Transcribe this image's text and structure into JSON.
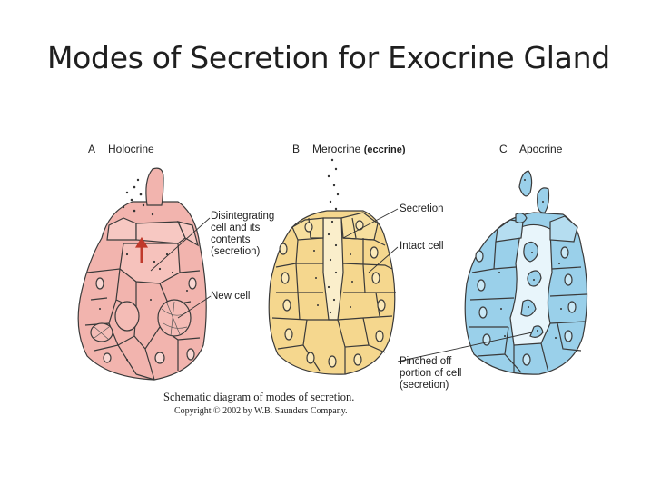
{
  "title": "Modes of Secretion for Exocrine Gland",
  "panels": [
    {
      "letter": "A",
      "name": "Holocrine",
      "extra": ""
    },
    {
      "letter": "B",
      "name": "Merocrine",
      "extra": "(eccrine)"
    },
    {
      "letter": "C",
      "name": "Apocrine",
      "extra": ""
    }
  ],
  "callouts": {
    "disintegrating": [
      "Disintegrating",
      "cell and its",
      "contents",
      "(secretion)"
    ],
    "new_cell": "New cell",
    "secretion": "Secretion",
    "intact_cell": "Intact cell",
    "pinched": [
      "Pinched off",
      "portion of cell",
      "(secretion)"
    ]
  },
  "caption": "Schematic diagram of modes of secretion.",
  "copyright": "Copyright © 2002 by W.B. Saunders Company.",
  "colors": {
    "holocrine_fill": "#f2b4ae",
    "merocrine_fill": "#f5d78e",
    "apocrine_fill": "#9ad0ea",
    "outline": "#3a3a3a"
  }
}
